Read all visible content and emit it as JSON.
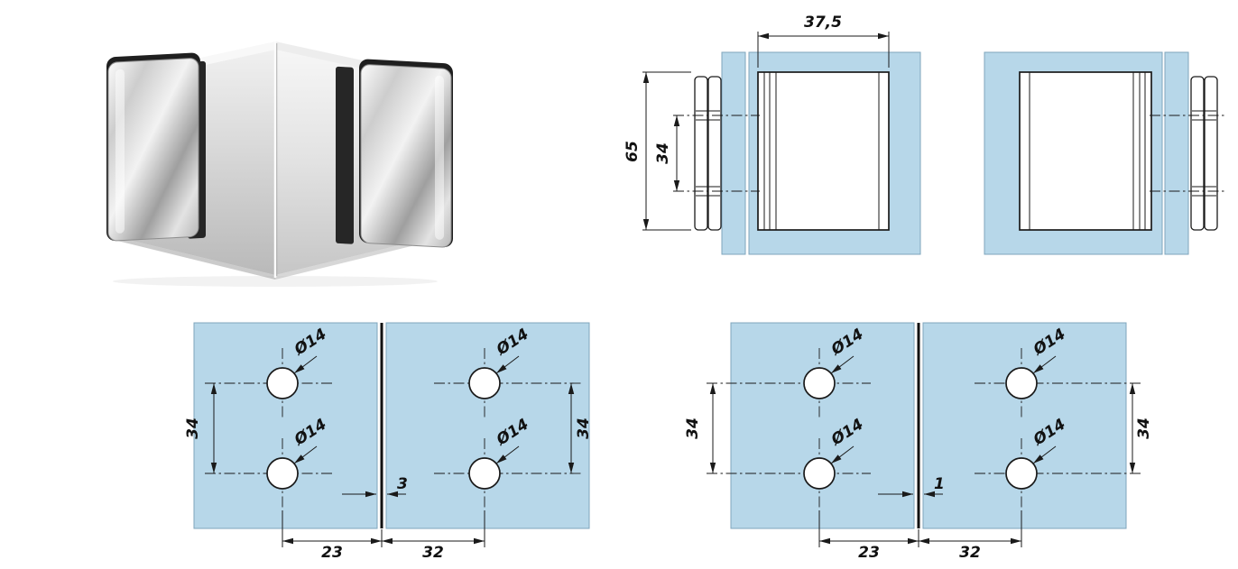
{
  "colors": {
    "glass_blue": "#b7d7e9",
    "line_dark": "#1a1a1a"
  },
  "section_view": {
    "dim_width": "37,5",
    "dim_height": "65",
    "dim_hole_spacing": "34"
  },
  "drill_template_left": {
    "hole_diameter": "Ø14",
    "dim_vertical_spacing": "34",
    "dim_gap": "3",
    "dim_left_offset": "23",
    "dim_right_offset": "32"
  },
  "drill_template_right": {
    "hole_diameter": "Ø14",
    "dim_vertical_spacing": "34",
    "dim_gap": "1",
    "dim_left_offset": "23",
    "dim_right_offset": "32"
  }
}
